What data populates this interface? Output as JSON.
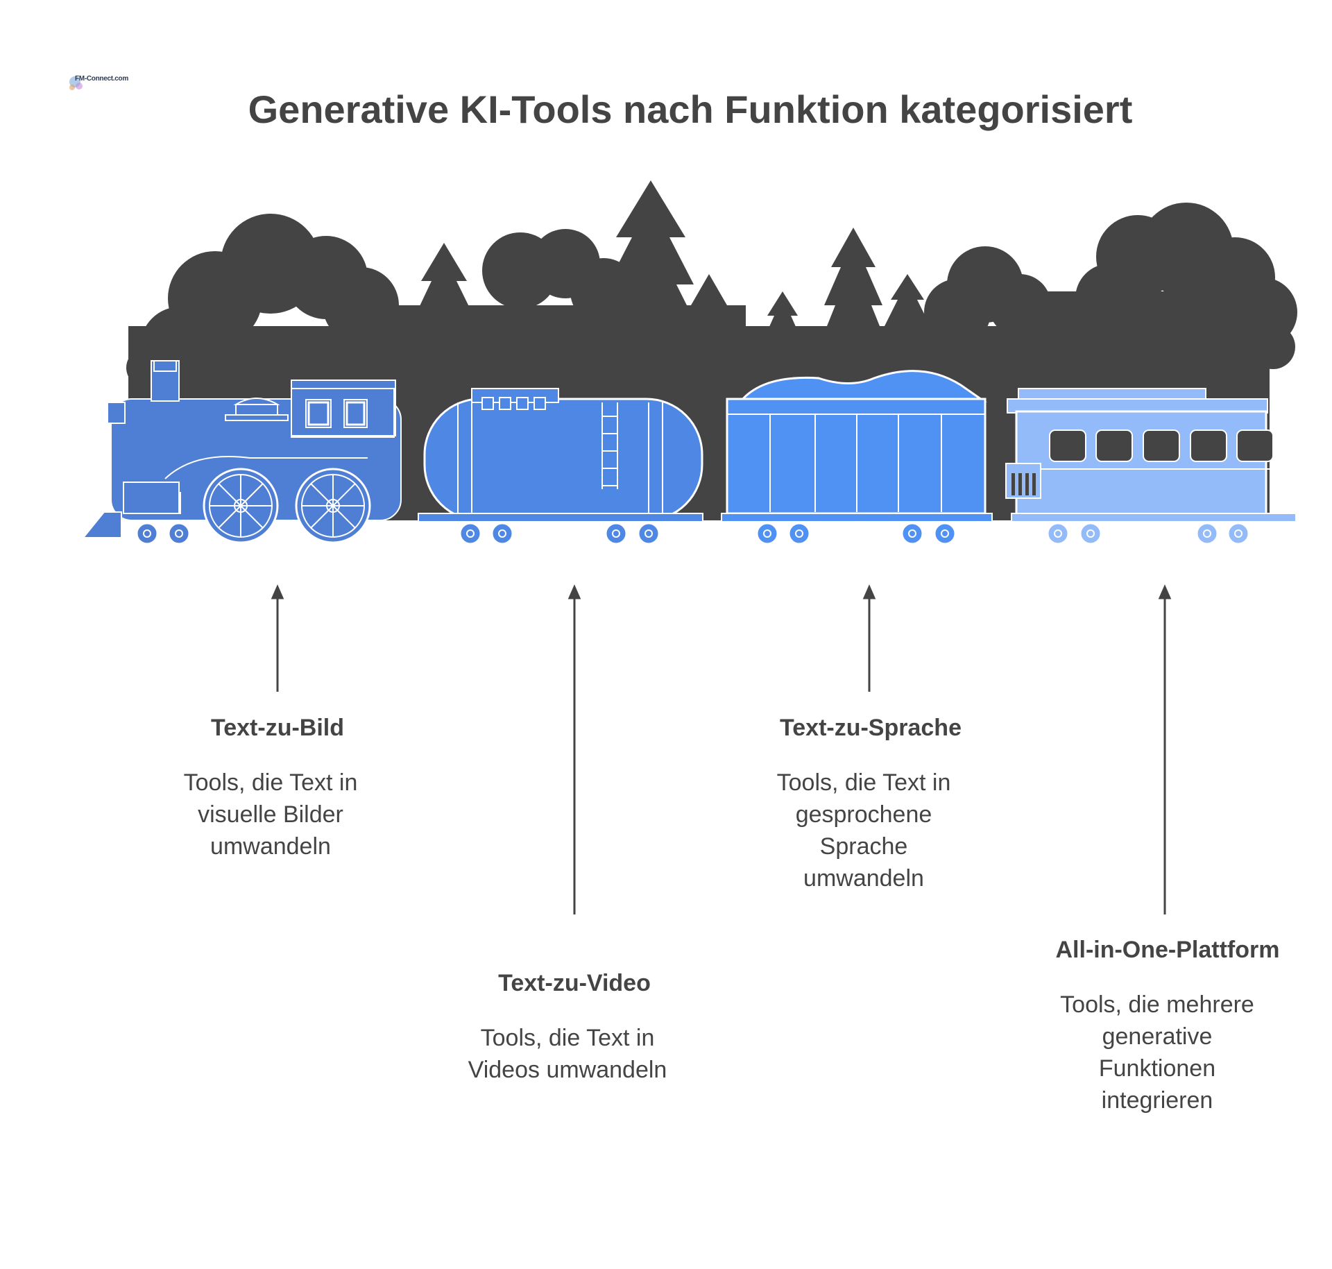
{
  "logo": {
    "text": "FM-Connect.com"
  },
  "title": "Generative KI-Tools nach Funktion kategorisiert",
  "colors": {
    "background_forest": "#444444",
    "locomotive": "#4f7fd4",
    "tank_car": "#4f88e4",
    "hopper_car": "#4f92f4",
    "passenger_car": "#93bbfa",
    "text": "#444444"
  },
  "categories": [
    {
      "label": "Text-zu-Bild",
      "description": "Tools, die Text in\nvisuelle Bilder\numwandeln",
      "car": "locomotive"
    },
    {
      "label": "Text-zu-Video",
      "description": "Tools, die Text in\nVideos umwandeln",
      "car": "tank-car"
    },
    {
      "label": "Text-zu-Sprache",
      "description": "Tools, die Text in\ngesprochene\nSprache\numwandeln",
      "car": "hopper-car"
    },
    {
      "label": "All-in-One-Plattform",
      "description": "Tools, die mehrere\ngenerative\nFunktionen\nintegrieren",
      "car": "passenger-car"
    }
  ]
}
